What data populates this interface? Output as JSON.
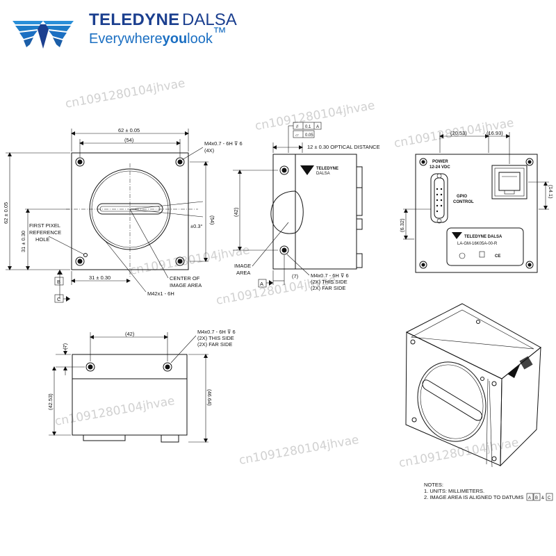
{
  "brand": {
    "name_bold": "TELEDYNE",
    "name_light": "DALSA",
    "tagline_a": "Everywhere",
    "tagline_b": "you",
    "tagline_c": "look",
    "tm": "™",
    "logo_icon": "teledyne-fan-icon",
    "primary_color": "#1b3f8f",
    "accent_color": "#1b6fc2"
  },
  "watermarks": [
    "cn1091280104jhvae",
    "cn1091280104jhvae",
    "cn1091280104jhvae",
    "cn1091280104jhvae",
    "cn1091280104jhvae",
    "cn1091280104jhvae",
    "cn1091280104jhvae",
    "cn1091280104jhvae"
  ],
  "front_view": {
    "dim_width": "62 ± 0.05",
    "dim_hole_span": "(54)",
    "dim_height": "62 ± 0.05",
    "dim_vert_hole_span": "(54)",
    "dim_x_center": "31 ± 0.30",
    "dim_y_center": "31 ± 0.30",
    "rotation_tol": "±0.3°",
    "screw_note_1": "M4x0.7 - 6H ⊽ 6",
    "screw_note_2": "(4X)",
    "first_pixel_1": "FIRST PIXEL",
    "first_pixel_2": "REFERENCE",
    "first_pixel_3": "HOLE",
    "center_label_1": "CENTER OF",
    "center_label_2": "IMAGE AREA",
    "mount_label": "M42x1 - 6H",
    "datum_b": "B",
    "datum_c": "C"
  },
  "side_view": {
    "tol_1": "0.1",
    "tol_1_ref": "A",
    "tol_2": "0.05",
    "optical_distance": "12 ± 0.30 OPTICAL DISTANCE",
    "dim_height": "(42)",
    "dim_depth": "(7)",
    "image_area_1": "IMAGE",
    "image_area_2": "AREA",
    "screw_note_1": "M4x0.7 - 6H ⊽ 6",
    "screw_note_2": "(2X) THIS SIDE",
    "screw_note_3": "(2X) FAR SIDE",
    "datum_a": "A",
    "logo_text_1": "TELEDYNE",
    "logo_text_2": "DALSA"
  },
  "back_view": {
    "dim_left": "(20.53)",
    "dim_right": "(16.93)",
    "dim_right_height": "(14.1)",
    "dim_left_height": "(6.32)",
    "power_1": "POWER",
    "power_2": "12-24 VDC",
    "gpio_1": "GPIO",
    "gpio_2": "CONTROL",
    "plate_brand": "TELEDYNE DALSA",
    "plate_model": "LA-GM-16K05A-00-R",
    "plate_ce": "CE"
  },
  "bottom_view": {
    "dim_hole_span": "(42)",
    "dim_offset": "(7)",
    "dim_left_height": "(42.53)",
    "dim_right_height": "(46.64)",
    "screw_note_1": "M4x0.7 - 6H ⊽ 6",
    "screw_note_2": "(2X) THIS SIDE",
    "screw_note_3": "(2X) FAR SIDE"
  },
  "notes": {
    "heading": "NOTES:",
    "line_1": "1. UNITS: MILLIMETERS.",
    "line_2": "2. IMAGE AREA IS ALIGNED TO DATUMS",
    "datum_a": "A",
    "datum_b": "B",
    "amp": "&",
    "datum_c": "C"
  }
}
